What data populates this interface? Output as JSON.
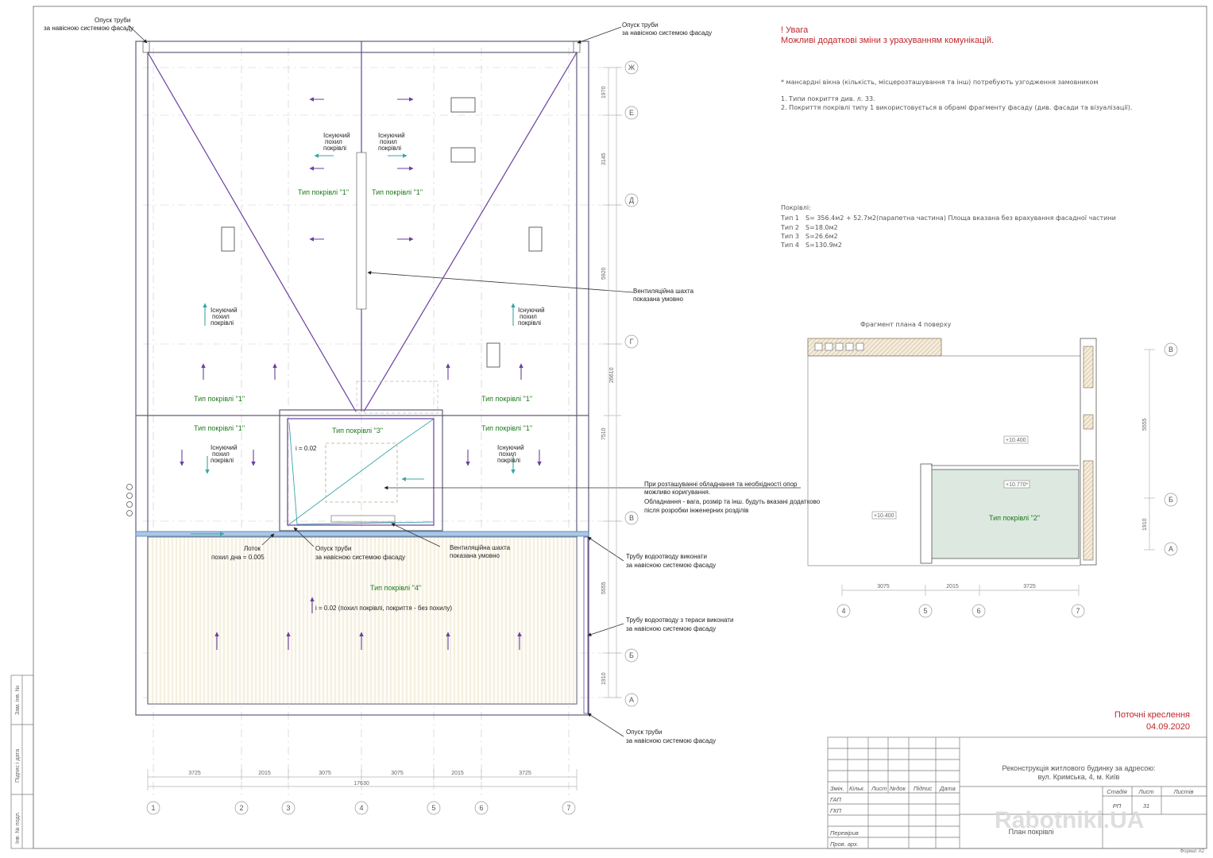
{
  "notes": {
    "warning_title": "! Увага",
    "warning_text": "Можливі додаткові зміни з урахуванням комунікацій.",
    "general_note": "* мансардні вікна (кількість, місцерозташування та інш) потребують узгодження замовником",
    "note_1": "1. Типи покриття див. л. 33.",
    "note_2": "2. Покриття покрівлі типу 1 використовується в обрамі фрагменту фасаду (див. фасади та візуалізації).",
    "roofs_header": "Покрівлі:",
    "roof_types": [
      {
        "type": "Тип 1",
        "value": "S= 356.4м2 + 52.7м2(парапетна частина) Площа вказана без врахування фасадної частини"
      },
      {
        "type": "Тип 2",
        "value": "S=18.0м2"
      },
      {
        "type": "Тип 3",
        "value": "S=26.6м2"
      },
      {
        "type": "Тип 4",
        "value": "S=130.9м2"
      }
    ],
    "current_drawings": "Поточні креслення",
    "date": "04.09.2020"
  },
  "plan": {
    "pipe_label_line1": "Опуск труби",
    "pipe_label_line2": "за навісною системою фасаду",
    "existing_slope": [
      "Існуючий",
      "похил",
      "покрівлі"
    ],
    "roof_type_1": "Тип покрівлі  \"1\"",
    "roof_type_3": "Тип покрівлі  \"3\"",
    "roof_type_4": "Тип покрівлі  \"4\"",
    "vent_shaft_line1": "Вентиляційна шахта",
    "vent_shaft_line2": "показана умовно",
    "slope_002": "і = 0.02",
    "slope_004_note": "і = 0.02 (похил покрівлі, покриття - без похилу)",
    "equipment_note": [
      "При розташуванні обладнання та необхідності опор",
      "можливо коригування.",
      "Обладнання - вага, розмір та інш. будуть вказані додатково",
      "після розробки інженерних розділів"
    ],
    "gutter_line1": "Лоток",
    "gutter_line2": "похил дна = 0.005",
    "drain_pipe_line1": "Трубу водоотводу виконати",
    "drain_pipe_line2": "за навісною системою фасаду",
    "terrace_pipe_line1": "Трубу водоотводу з тераси виконати",
    "terrace_pipe_line2": "за навісною системою фасаду",
    "axes_vertical": [
      "Ж",
      "Е",
      "Д",
      "Г",
      "В",
      "Б",
      "А"
    ],
    "axes_horizontal": [
      "1",
      "2",
      "3",
      "4",
      "5",
      "6",
      "7"
    ],
    "dims_horizontal": [
      "3725",
      "2015",
      "3075",
      "3075",
      "2015",
      "3725"
    ],
    "dim_total": "17630",
    "dims_vertical": [
      "1970",
      "3145",
      "5920",
      "7510",
      "5555",
      "1910"
    ],
    "dim_vertical_total": "26610"
  },
  "fragment": {
    "title": "Фрагмент плана 4 поверху",
    "level_1": "+10.400",
    "level_2": "+10.770*",
    "level_3": "+10.400",
    "roof_type_2": "Тип покрівлі  \"2\"",
    "axes_vertical": [
      "В",
      "Б",
      "А"
    ],
    "axes_horizontal": [
      "4",
      "5",
      "6",
      "7"
    ],
    "dims_horizontal": [
      "3075",
      "2015",
      "3725"
    ],
    "dims_vertical": [
      "5555",
      "1910"
    ]
  },
  "title_block": {
    "project": "Реконструкція житлового будинку за адресою:",
    "address": "вул. Кримська, 4, м. Київ",
    "sheet_name": "План покрівлі",
    "headers": [
      "Змін.",
      "Кільк.",
      "Лист",
      "№док",
      "Підпис",
      "Дата"
    ],
    "roles": [
      "ГАП",
      "ГКП",
      "",
      "Перевірив",
      "Пров. арх."
    ],
    "stage_header": "Стадія",
    "sheet_header": "Лист",
    "sheets_header": "Листів",
    "stage": "РП",
    "sheet": "31",
    "format": "Формат А2",
    "watermark": "Rabotniki.UA"
  },
  "side_stamp": [
    "Інв. № подл.",
    "Підпис і дата",
    "Зам. інв. №"
  ],
  "colors": {
    "accent_red": "#c0262d",
    "roof_label_green": "#1f7a1f",
    "arrow_purple": "#6a3fa0",
    "arrow_teal": "#3aa6a6",
    "terrace_fill": "#dce8e0"
  }
}
